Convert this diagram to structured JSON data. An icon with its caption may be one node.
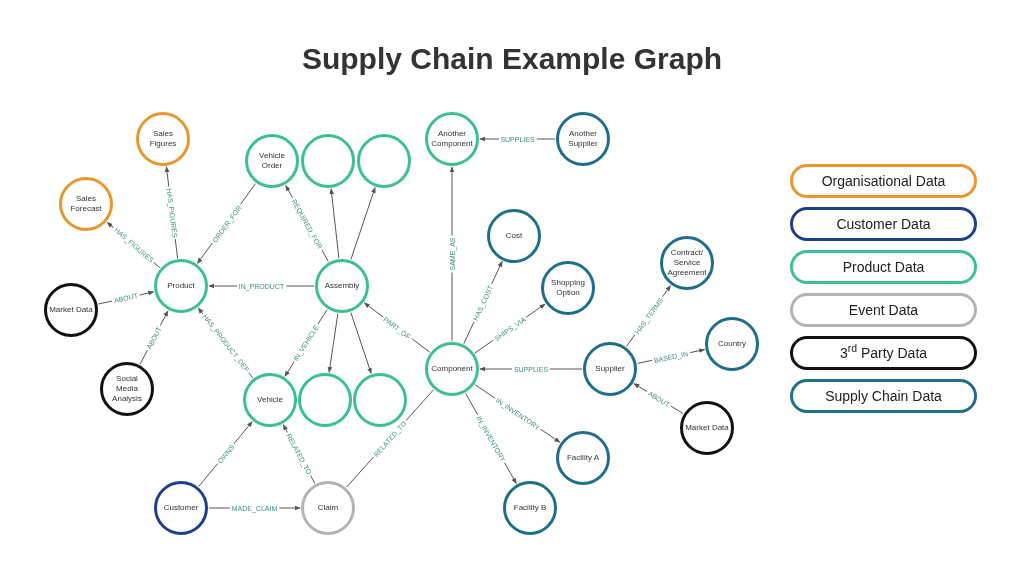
{
  "diagram": {
    "title": "Supply Chain Example Graph",
    "nodes": [
      {
        "text": [
          "Sales Figures"
        ]
      },
      {
        "text": [
          "Sales Forecast"
        ]
      },
      {
        "text": [
          "Market Data"
        ]
      },
      {
        "text": [
          "Product"
        ]
      },
      {
        "text": [
          "Social Media Analysis"
        ]
      },
      {
        "text": [
          "Vehicle Order"
        ]
      },
      {
        "text": [],
        "shape": "circle"
      },
      {
        "text": [],
        "shape": "circle"
      },
      {
        "text": [
          "Assembly"
        ]
      },
      {
        "text": [
          "Vehicle"
        ]
      },
      {
        "text": [],
        "shape": "circle"
      },
      {
        "text": [],
        "shape": "circle"
      },
      {
        "text": [
          "Customer"
        ]
      },
      {
        "text": [
          "Claim"
        ]
      },
      {
        "text": [
          "Another Component"
        ]
      },
      {
        "text": [
          "Another Supplier"
        ]
      },
      {
        "text": [
          "Cost"
        ]
      },
      {
        "text": [
          "Shopping Option"
        ]
      },
      {
        "text": [
          "Component"
        ]
      },
      {
        "text": [
          "Supplier"
        ]
      },
      {
        "text": [
          "Contract/ Service Agreement"
        ]
      },
      {
        "text": [
          "Country"
        ]
      },
      {
        "text": [
          "Market Data"
        ]
      },
      {
        "text": [
          "Facility A"
        ]
      },
      {
        "text": [
          "Facility B"
        ]
      }
    ],
    "edges": [
      {
        "from": 3,
        "to": 0,
        "arrow": "to",
        "label": "HAS_FIGURES"
      },
      {
        "from": 3,
        "to": 1,
        "arrow": "to",
        "label": "HAS_FIGURES"
      },
      {
        "from": 2,
        "to": 3,
        "arrow": "to",
        "label": "ABOUT"
      },
      {
        "from": 4,
        "to": 3,
        "arrow": "to",
        "label": "ABOUT"
      },
      {
        "from": 5,
        "to": 3,
        "arrow": "to",
        "label": "ORDER_FOR"
      },
      {
        "from": 8,
        "to": 3,
        "arrow": "to",
        "label": "IN_PRODUCT"
      },
      {
        "from": 8,
        "to": 5,
        "arrow": "to",
        "label": "REQUIRED_FOR"
      },
      {
        "from": 8,
        "to": 6,
        "arrow": "to"
      },
      {
        "from": 8,
        "to": 7,
        "arrow": "to"
      },
      {
        "from": 8,
        "to": 9,
        "arrow": "to",
        "label": "IN_VEHICLE"
      },
      {
        "from": 8,
        "to": 10,
        "arrow": "to"
      },
      {
        "from": 8,
        "to": 11,
        "arrow": "to"
      },
      {
        "from": 9,
        "to": 3,
        "arrow": "to",
        "label": "HAS_PRODUCT_DEF"
      },
      {
        "from": 12,
        "to": 9,
        "arrow": "to",
        "label": "OWNS"
      },
      {
        "from": 13,
        "to": 9,
        "arrow": "to",
        "label": "RELATED_TO"
      },
      {
        "from": 12,
        "to": 13,
        "arrow": "to",
        "label": "MADE_CLAIM"
      },
      {
        "from": 13,
        "to": 18,
        "arrow": "none",
        "label": "RELATED_TO"
      },
      {
        "from": 18,
        "to": 8,
        "arrow": "to",
        "label": "PART_OF"
      },
      {
        "from": 18,
        "to": 14,
        "arrow": "to",
        "label": "SAME_AS"
      },
      {
        "from": 15,
        "to": 14,
        "arrow": "to",
        "label": "SUPPLIES"
      },
      {
        "from": 18,
        "to": 16,
        "arrow": "to",
        "label": "HAS_COST"
      },
      {
        "from": 18,
        "to": 17,
        "arrow": "to",
        "label": "SHIPS_VIA"
      },
      {
        "from": 19,
        "to": 18,
        "arrow": "to",
        "label": "SUPPLIES"
      },
      {
        "from": 18,
        "to": 23,
        "arrow": "to",
        "label": "IN_INVENTORY"
      },
      {
        "from": 18,
        "to": 24,
        "arrow": "to",
        "label": "IN_INVENTORY"
      },
      {
        "from": 19,
        "to": 20,
        "arrow": "to",
        "label": "HAS_TERMS"
      },
      {
        "from": 19,
        "to": 21,
        "arrow": "to",
        "label": "BASED_IN"
      },
      {
        "from": 22,
        "to": 19,
        "arrow": "to",
        "label": "ABOUT"
      }
    ],
    "legend": [
      {
        "text": "Organisational Data",
        "color": "#e8962e"
      },
      {
        "text": "Customer Data",
        "color": "#1d3f8c"
      },
      {
        "text": "Product Data",
        "color": "#3dbf96"
      },
      {
        "text": "Event Data",
        "color": "#b3b3b3"
      },
      {
        "text": "3$^{rd}$ Party Data",
        "color": "#111111"
      },
      {
        "text": "Supply Chain Data",
        "color": "#1f6e8c"
      }
    ]
  }
}
